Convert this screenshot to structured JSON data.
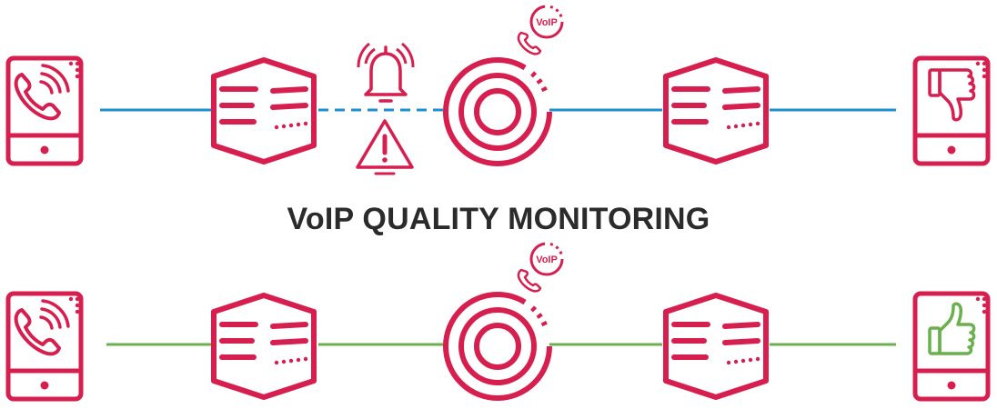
{
  "diagram": {
    "title": "VoIP QUALITY MONITORING",
    "badge_label": "VoIP",
    "colors": {
      "brand": "#d61f4f",
      "line_problem": "#1f8fcf",
      "line_good": "#6ab04c",
      "thumb_good": "#6ab04c",
      "title": "#2b2b2b"
    },
    "rows": [
      {
        "state": "problem",
        "left_device": "phone-calling-icon",
        "right_device": "thumbs-down-icon",
        "alerts": [
          "alarm-bell-icon",
          "warning-triangle-icon"
        ],
        "degraded_segment": "server-1 to monitor (dashed)"
      },
      {
        "state": "good",
        "left_device": "phone-calling-icon",
        "right_device": "thumbs-up-icon",
        "alerts": []
      }
    ]
  }
}
